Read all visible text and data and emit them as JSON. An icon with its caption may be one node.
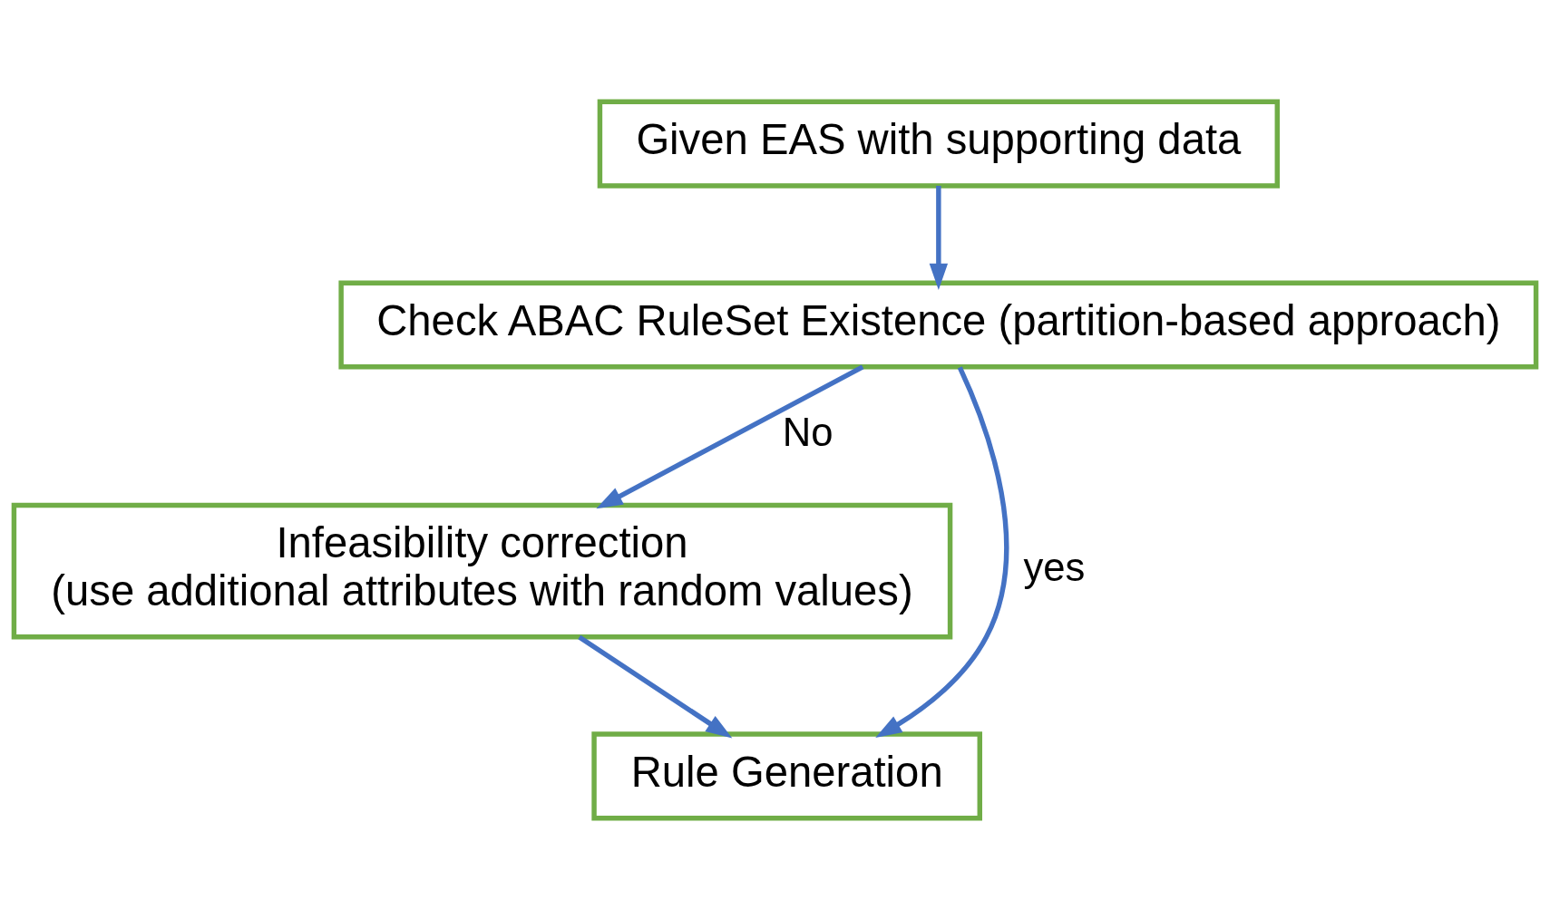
{
  "diagram": {
    "nodes": [
      {
        "text": [
          "Given EAS with supporting data"
        ]
      },
      {
        "text": [
          "Check ABAC RuleSet Existence (partition-based approach)"
        ]
      },
      {
        "text": [
          "Infeasibility correction (use additional attributes with random values)"
        ]
      },
      {
        "text": [
          "Rule Generation"
        ]
      }
    ],
    "edges": [
      {
        "from": 0,
        "to": 1,
        "arrow": "to"
      },
      {
        "from": 1,
        "to": 2,
        "arrow": "to",
        "label": "No"
      },
      {
        "from": 1,
        "to": 3,
        "arrow": "to",
        "label": "yes"
      },
      {
        "from": 2,
        "to": 3,
        "arrow": "to"
      }
    ]
  }
}
